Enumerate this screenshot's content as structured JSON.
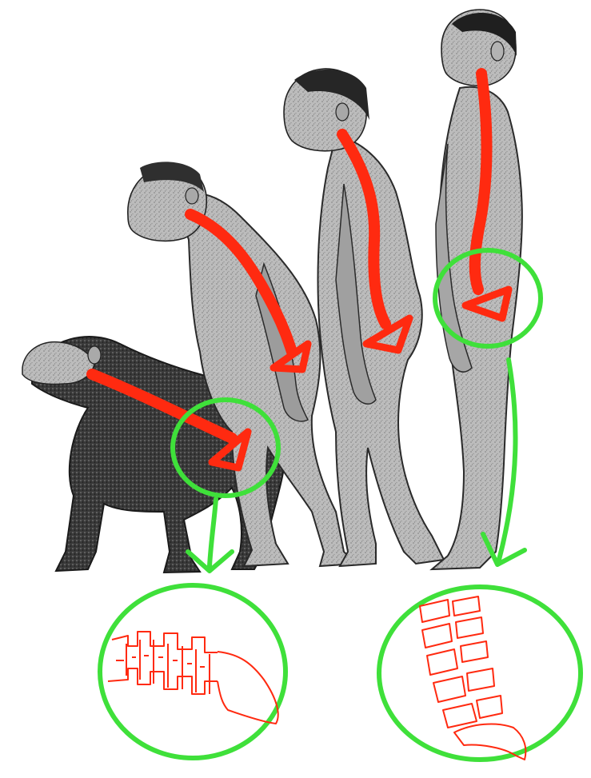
{
  "figures": [
    {
      "name": "quadruped-ape",
      "posture": "hunched"
    },
    {
      "name": "early-hominid",
      "posture": "stooped"
    },
    {
      "name": "archaic-human",
      "posture": "semi-upright"
    },
    {
      "name": "modern-human",
      "posture": "upright"
    }
  ],
  "colors": {
    "spine_marker": "#ff2a10",
    "highlight": "#3fe03a",
    "figure_dark": "#2b2b2b",
    "figure_mid": "#6d6d6d",
    "figure_light": "#bdbdbd",
    "background": "#ffffff"
  },
  "insets": [
    {
      "name": "ape-spine-detail",
      "shape": "horizontal-vertebrae"
    },
    {
      "name": "human-spine-detail",
      "shape": "curved-lumbar-vertebrae"
    }
  ]
}
